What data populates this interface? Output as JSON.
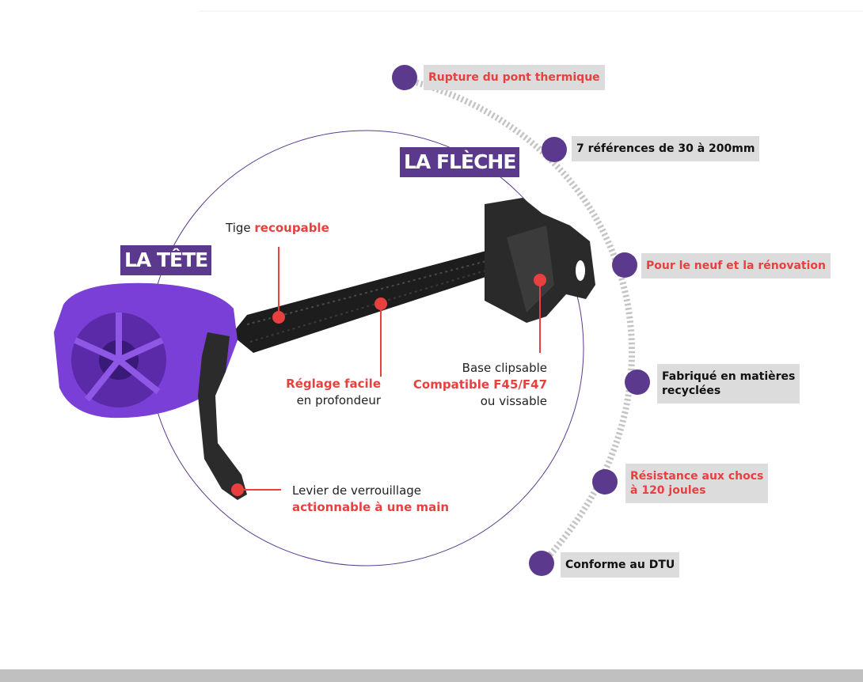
{
  "titles": {
    "head": "LA TÊTE",
    "arrow": "LA FLÈCHE"
  },
  "annotations": {
    "tige": {
      "plain": "Tige ",
      "bold": "recoupable"
    },
    "reglage": {
      "bold": "Réglage facile",
      "plain": "en profondeur"
    },
    "base": {
      "plain1": "Base clipsable",
      "bold": "Compatible F45/F47",
      "plain2": "ou vissable"
    },
    "levier": {
      "plain": "Levier de verrouillage",
      "bold": "actionnable à une main"
    }
  },
  "features": [
    {
      "text": "Rupture du pont thermique",
      "color": "red"
    },
    {
      "text": "7 références de 30 à 200mm",
      "color": "black"
    },
    {
      "text": "Pour le neuf et la rénovation",
      "color": "red"
    },
    {
      "text": "Fabriqué en matières recyclées",
      "line1": "Fabriqué en matières",
      "line2": "recyclées",
      "color": "black"
    },
    {
      "text": "Résistance aux chocs à 120 joules",
      "line1": "Résistance aux chocs",
      "line2": "à 120 joules",
      "color": "red"
    },
    {
      "text": "Conforme au DTU",
      "color": "black"
    }
  ],
  "colors": {
    "purple": "#5b3a8e",
    "red": "#e8403f",
    "label_bg": "#dcdcdc"
  }
}
